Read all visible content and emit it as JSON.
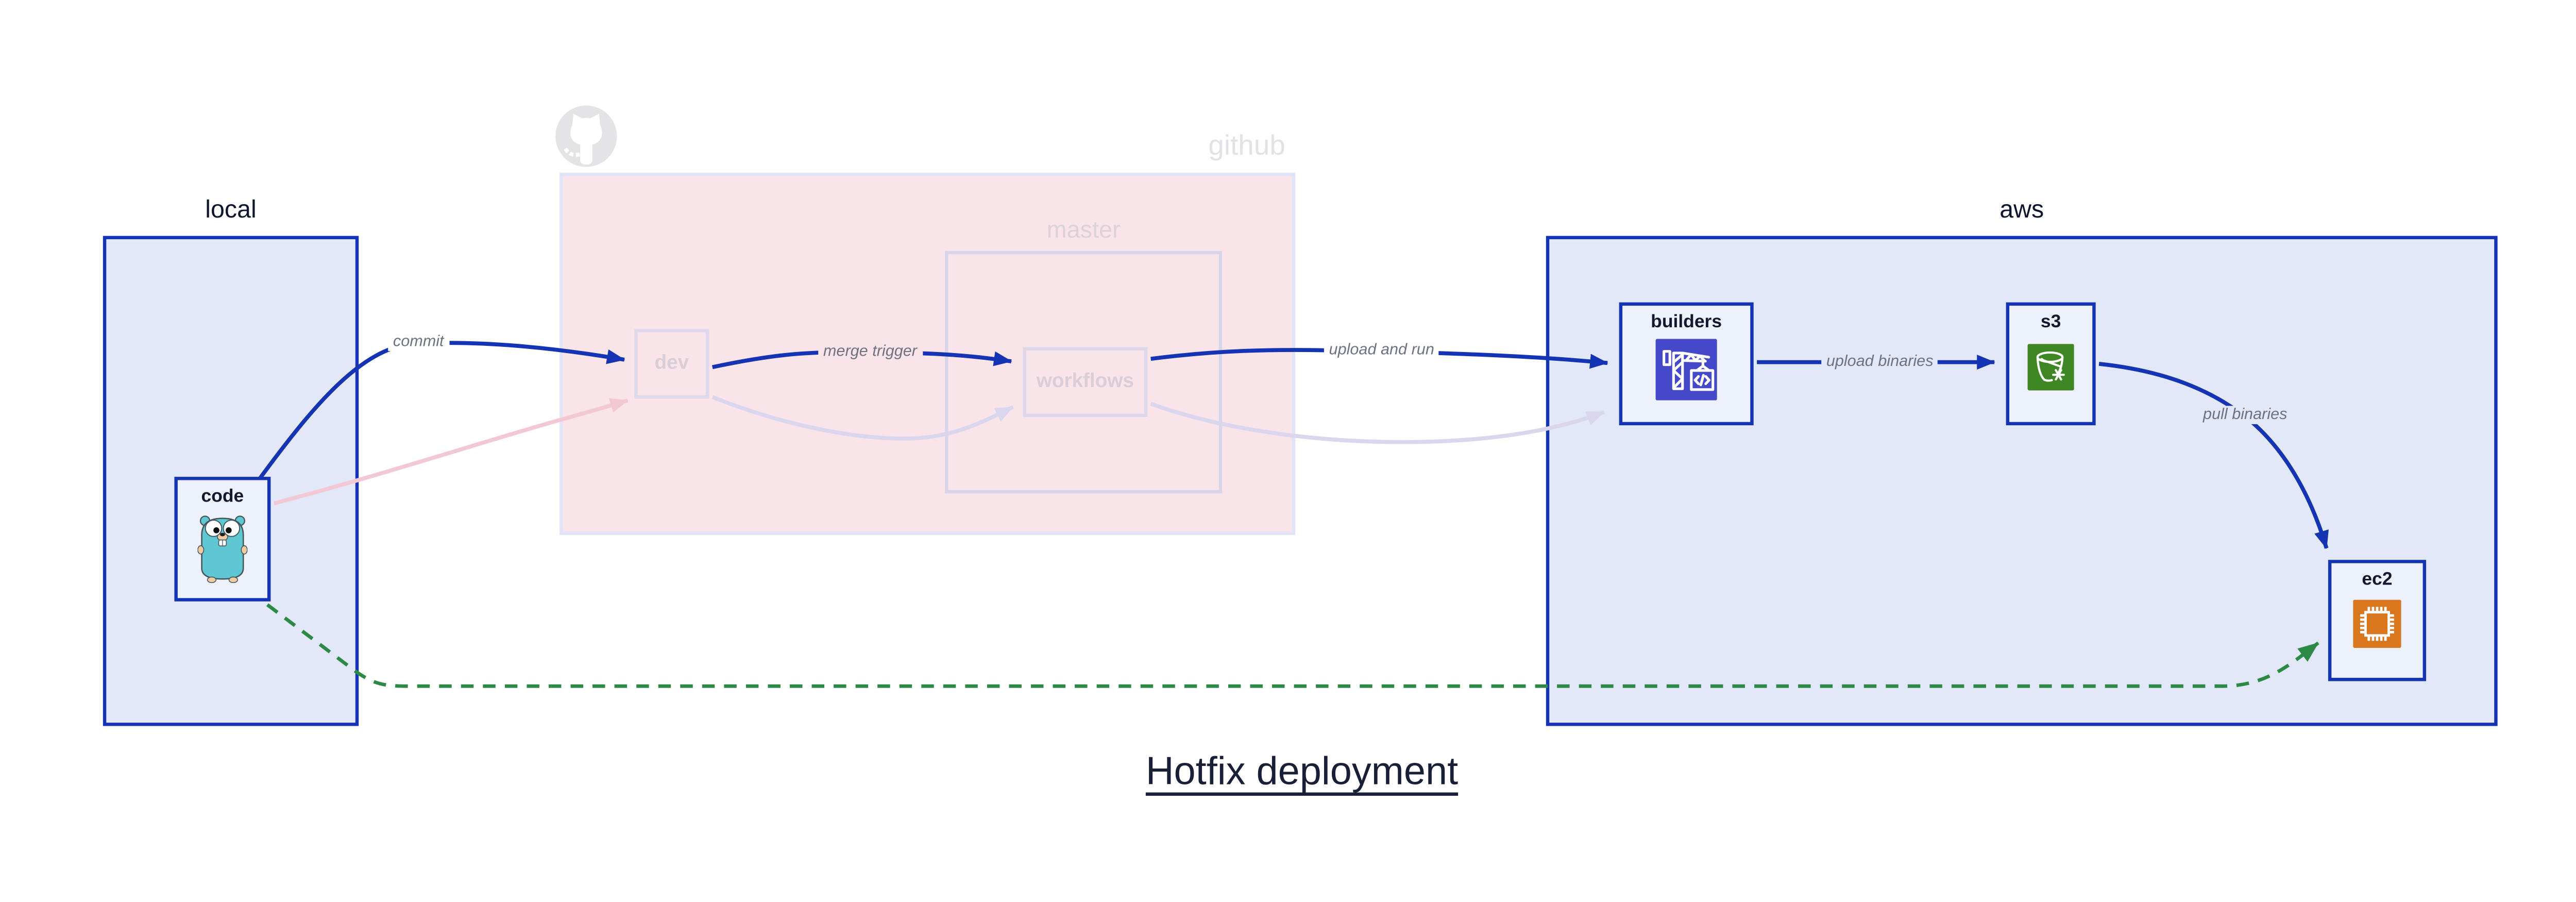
{
  "title": {
    "text": "Hotfix deployment"
  },
  "containers": {
    "local": {
      "label": "local"
    },
    "github": {
      "label": "github",
      "master_label": "master"
    },
    "aws": {
      "label": "aws"
    }
  },
  "nodes": {
    "code": {
      "label": "code"
    },
    "dev": {
      "label": "dev"
    },
    "workflows": {
      "label": "workflows"
    },
    "builders": {
      "label": "builders"
    },
    "s3": {
      "label": "s3"
    },
    "ec2": {
      "label": "ec2"
    }
  },
  "edges": {
    "commit": {
      "label": "commit",
      "from": "code",
      "to": "dev",
      "style": "solid-blue"
    },
    "merge_trigger": {
      "label": "merge trigger",
      "from": "dev",
      "to": "workflows",
      "style": "solid-blue"
    },
    "upload_and_run": {
      "label": "upload and run",
      "from": "workflows",
      "to": "builders",
      "style": "solid-blue"
    },
    "upload_binaries": {
      "label": "upload binaries",
      "from": "builders",
      "to": "s3",
      "style": "solid-blue"
    },
    "pull_binaries": {
      "label": "pull binaries",
      "from": "s3",
      "to": "ec2",
      "style": "solid-blue"
    },
    "hotfix_bypass": {
      "label": "",
      "from": "code",
      "to": "ec2",
      "style": "dashed-green"
    },
    "faded_code_dev": {
      "label": "",
      "from": "code",
      "to": "dev",
      "style": "faded-pink"
    },
    "faded_dev_workflows": {
      "label": "",
      "from": "dev",
      "to": "workflows",
      "style": "faded-lavender"
    },
    "faded_workflows_builders": {
      "label": "",
      "from": "workflows",
      "to": "builders",
      "style": "faded-lavender"
    }
  },
  "icons": {
    "gopher": "go-gopher-mascot",
    "github_logo": "github-octocat-logo",
    "builders": "codebuild-crane-icon",
    "s3": "s3-glacier-bucket-icon",
    "ec2": "ec2-chip-icon"
  },
  "colors": {
    "edge_blue": "#1434b3",
    "edge_green": "#2d8a46",
    "edge_faded_pink": "#f3c8d5",
    "edge_faded_lavender": "#d9d6ed",
    "container_fill": "#e2e8f8",
    "container_border": "#1434b3",
    "node_fill": "#edf1fb",
    "github_fill": "#f9e4ea",
    "github_faded_text": "#e2e1e5",
    "master_faded_text": "#dcd2da",
    "builders_icon_bg": "#4548c8",
    "s3_icon_bg": "#3f8624",
    "ec2_icon_bg": "#d9771e",
    "edge_label_text": "#6e7280",
    "title_text": "#1a1f38"
  }
}
